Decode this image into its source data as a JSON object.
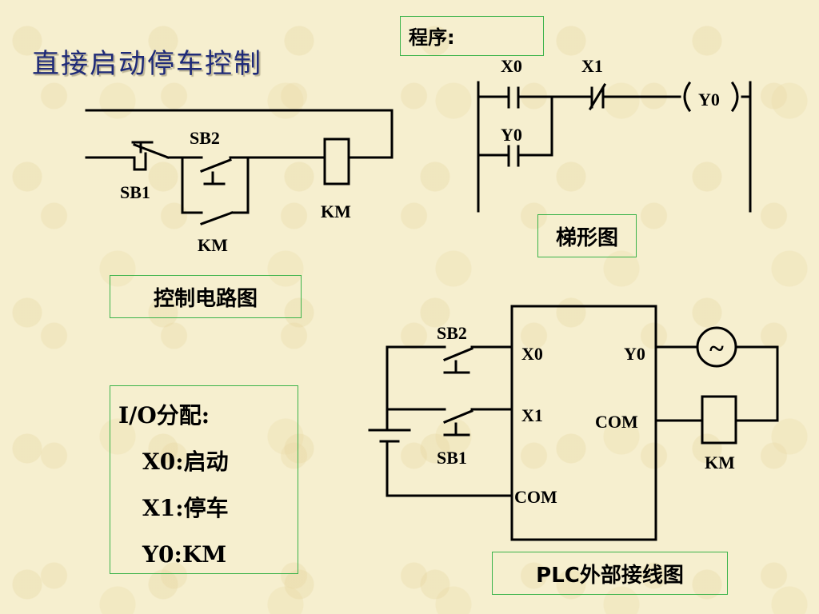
{
  "title": "直接启动停车控制",
  "program_box": {
    "label": "程序:"
  },
  "ladder": {
    "caption": "梯形图",
    "contacts": {
      "x0": "X0",
      "x1": "X1",
      "y0_contact": "Y0"
    },
    "coil": "Y0"
  },
  "control_circuit": {
    "caption": "控制电路图",
    "sb1": "SB1",
    "sb2": "SB2",
    "km_contact": "KM",
    "km_coil": "KM"
  },
  "io_assignment": {
    "heading": "I/O分配:",
    "rows": [
      {
        "addr": "X0",
        "sep": ":",
        "desc": "启动"
      },
      {
        "addr": "X1",
        "sep": ":",
        "desc": "停车"
      },
      {
        "addr": "Y0",
        "sep": ":",
        "desc": "KM"
      }
    ]
  },
  "plc_wiring": {
    "caption": "PLC外部接线图",
    "inputs": {
      "x0": "X0",
      "x1": "X1",
      "com": "COM"
    },
    "outputs": {
      "y0": "Y0",
      "com": "COM"
    },
    "sb2": "SB2",
    "sb1": "SB1",
    "km": "KM",
    "ac_source_symbol": "~"
  }
}
